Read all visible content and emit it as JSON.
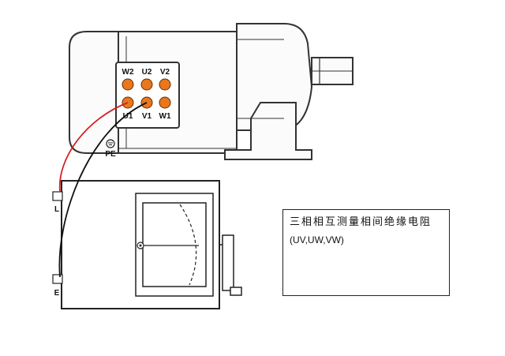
{
  "motor": {
    "terminals": {
      "top": [
        "W2",
        "U2",
        "V2"
      ],
      "bottom": [
        "U1",
        "V1",
        "W1"
      ]
    },
    "ground_label": "PE"
  },
  "meter": {
    "terminal_line": "L",
    "terminal_earth": "E"
  },
  "note": {
    "title": "三相相互测量相间绝缘电阻",
    "subtitle": "(UV,UW,VW)"
  },
  "colors": {
    "terminal_fill": "#e8771f",
    "wire_line": "#d62020",
    "wire_earth": "#111111",
    "body_outline": "#333333"
  }
}
